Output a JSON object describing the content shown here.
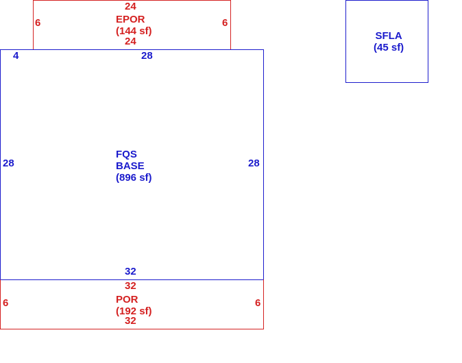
{
  "colors": {
    "blue": "#1a1acc",
    "red": "#d42020"
  },
  "areas": {
    "epor": {
      "code": "EPOR",
      "area": "(144 sf)",
      "color": "red",
      "dims": {
        "top": "24",
        "bottom": "24",
        "left": "6",
        "right": "6"
      }
    },
    "base": {
      "code_line1": "FQS",
      "code_line2": "BASE",
      "area": "(896 sf)",
      "color": "blue",
      "dims": {
        "top_left": "4",
        "top": "28",
        "left": "28",
        "right": "28",
        "bottom": "32"
      }
    },
    "por": {
      "code": "POR",
      "area": "(192 sf)",
      "color": "red",
      "dims": {
        "top": "32",
        "bottom": "32",
        "left": "6",
        "right": "6"
      }
    },
    "sfla": {
      "code": "SFLA",
      "area": "(45 sf)",
      "color": "blue"
    }
  }
}
